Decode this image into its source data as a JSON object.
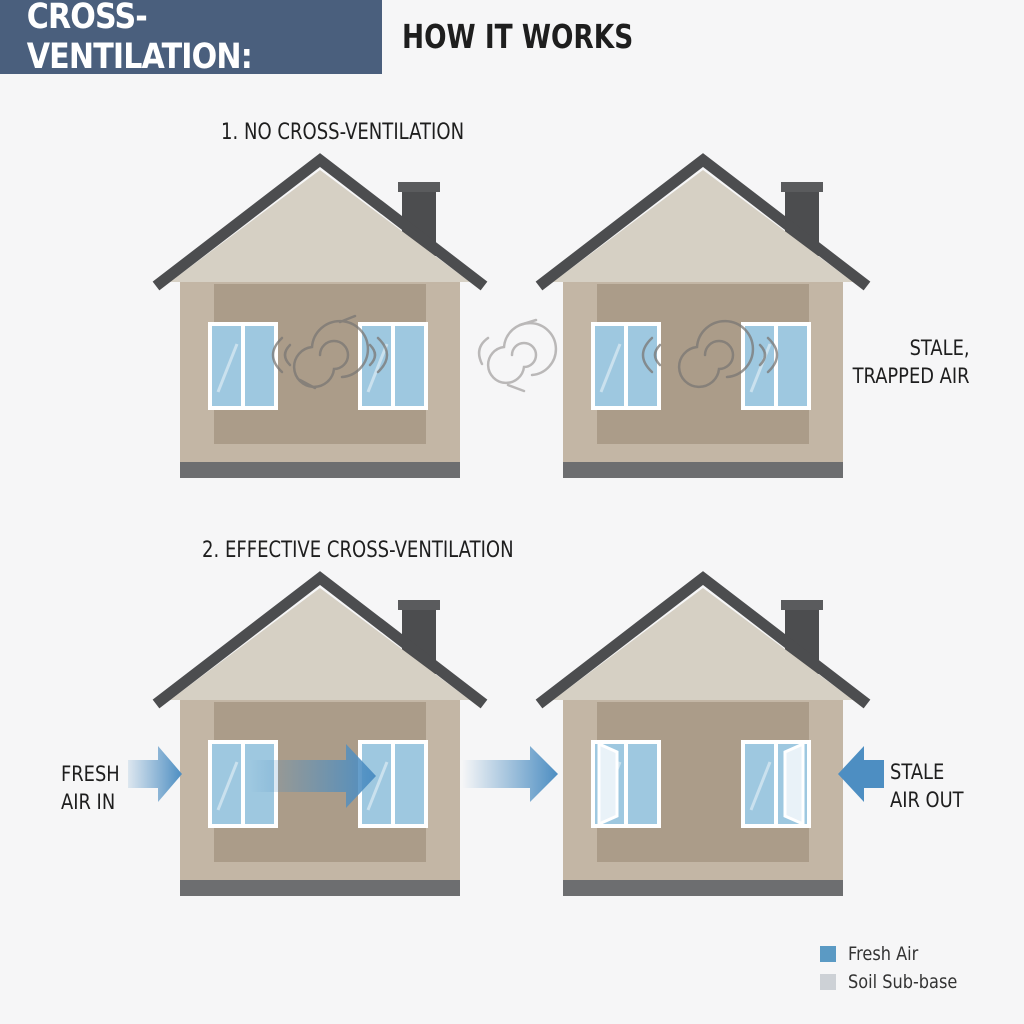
{
  "header": {
    "title": "CROSS-VENTILATION:",
    "subtitle": "HOW IT WORKS"
  },
  "sections": [
    {
      "label": "1. NO CROSS-VENTILATION",
      "right_label": [
        "STALE,",
        "TRAPPED AIR"
      ]
    },
    {
      "label": "2. EFFECTIVE CROSS-VENTILATION",
      "left_label": [
        "FRESH",
        "AIR IN"
      ],
      "right_label": [
        "STALE",
        "AIR OUT"
      ]
    }
  ],
  "legend": [
    {
      "label": "Fresh Air",
      "color": "#5b9ac4"
    },
    {
      "label": "Soil Sub-base",
      "color": "#cdd1d6"
    }
  ],
  "colors": {
    "header_bg": "#4a5f7d",
    "roof": "#4c4d4f",
    "gable": "#d6d0c4",
    "wall_outer": "#c3b6a5",
    "wall_inner": "#ab9c89",
    "base": "#6d6e70",
    "window_glass": "#9ec8e0",
    "arrow": "#4d8ec2",
    "swirl": "#7a7774"
  }
}
